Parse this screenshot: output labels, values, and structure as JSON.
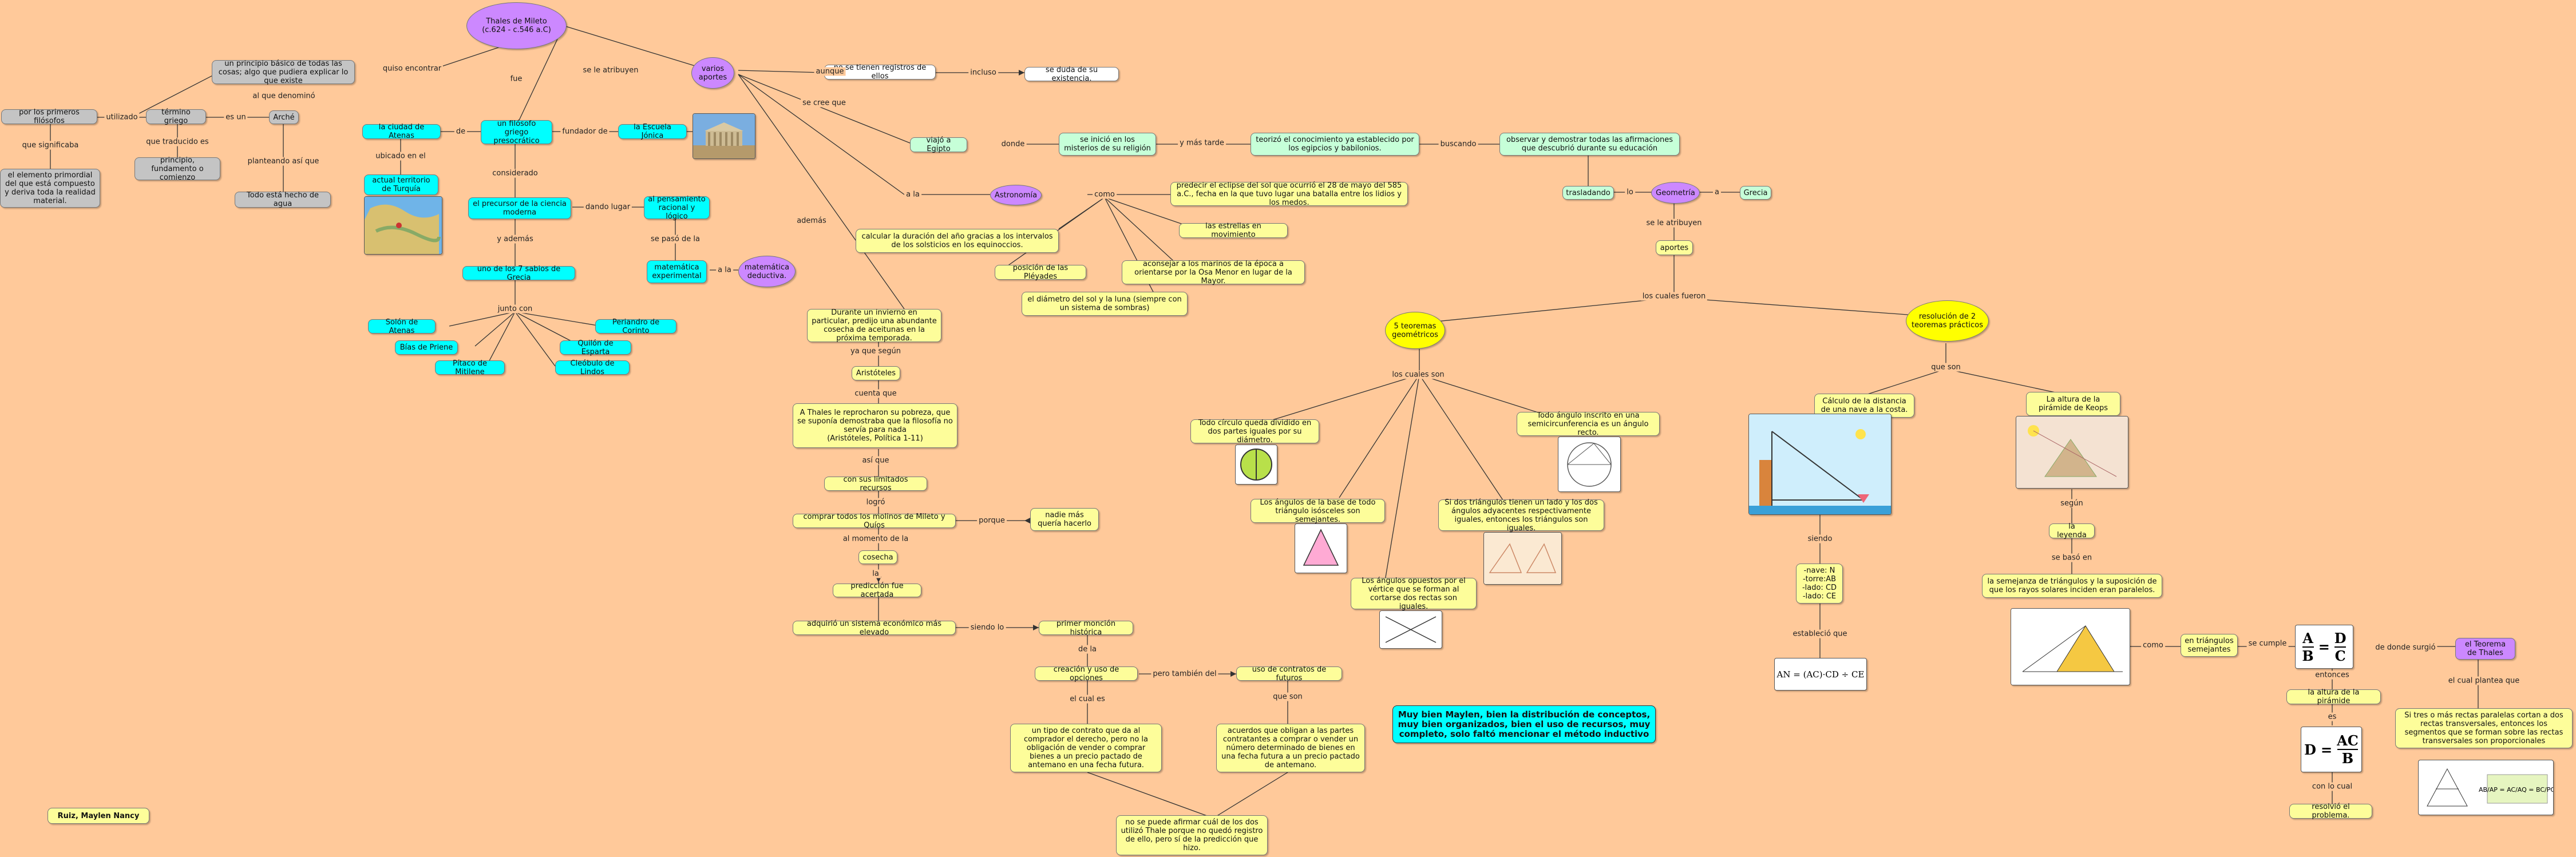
{
  "title": "Thales de Mileto\n(c.624 - c.546 a.C)",
  "author": "Ruiz, Maylen Nancy",
  "feedback": "Muy bien Maylen, bien la distribución de conceptos, muy bien organizados, bien el uso de recursos, muy completo, solo faltó mencionar el método inductivo",
  "nodes": {
    "principio": "un principio básico de todas las cosas; algo que pudiera explicar lo que existe",
    "filosofo": "un filósofo griego presocrático",
    "aportes": "varios aportes",
    "registros": "no se tienen registros de ellos",
    "duda": "se duda de su existencia.",
    "primeros": "por los primeros filósofos",
    "termino": "término griego",
    "arche": "Arché",
    "elemento": "el elemento primordial del que está compuesto y deriva toda la realidad material.",
    "principio_fund": "principio, fundamento o comienzo",
    "agua": "Todo está hecho de agua",
    "atenas": "la ciudad de Atenas",
    "turquia": "actual territorio de Turquía",
    "jonica": "la Escuela Jónica",
    "precursor": "el precursor de la ciencia moderna",
    "pensamiento": "al pensamiento racional y lógico",
    "sabios": "uno de los 7 sabios de Grecia",
    "mat_exp": "matemática experimental",
    "mat_ded": "matemática deductiva.",
    "solon": "Solón de Atenas",
    "bias": "Bías de Priene",
    "pitaco": "Pítaco de Mitilene",
    "cleobulo": "Cleóbulo de Lindos",
    "quilon": "Quilón de Esparta",
    "periandro": "Periandro de Corinto",
    "egipto": "viajó a Egipto",
    "misterios": "se inició en los misterios de su religión",
    "teorizo": "teorizó el conocimiento ya establecido por los egipcios y babilonios.",
    "observar": "observar y demostrar todas las afirmaciones que descubrió durante su educación",
    "trasladando": "trasladando",
    "grecia": "Grecia",
    "astronomia": "Astronomía",
    "geometria": "Geometría",
    "eclipse": "predecir el eclipse del sol que ocurrió el 28 de mayo del 585 a.C., fecha en la que tuvo lugar una batalla entre los lidios y los medos.",
    "estrellas": "las estrellas en movimiento",
    "calcular": "calcular la duración del año gracias a los intervalos de los solsticios en los equinoccios.",
    "pleyades": "posición de las Pléyades",
    "marinos": "aconsejar a los marinos de la época a orientarse por la Osa Menor en lugar de la Mayor.",
    "diametro": "el diámetro del sol y la luna (siempre con un sistema de sombras)",
    "aportes2": "aportes",
    "invierno": "Durante un invierno en particular, predijo una abundante cosecha de aceitunas en la próxima temporada.",
    "aristoteles": "Aristóteles",
    "reprocharon": "A Thales le reprocharon su pobreza, que se suponía demostraba que la filosofía no servía para nada\n(Aristóteles, Política 1-11)",
    "recursos": "con sus limitados recursos",
    "comprar": "comprar todos los molinos de Mileto y Quíos",
    "nadie": "nadie más quería hacerlo",
    "cosecha": "cosecha",
    "prediccion": "predicción fue acertada",
    "adquirio": "adquirió un sistema económico más elevado",
    "monopolio": "primer monción histórica",
    "creacion": "creación y uso de opciones",
    "futuros": "uso de contratos de futuros",
    "contrato": "un tipo de contrato que da al comprador el derecho, pero no la obligación de vender o comprar bienes a un precio pactado de antemano en una fecha futura.",
    "acuerdos": "acuerdos que obligan a las partes contratantes a comprar o vender un número determinado de bienes en una fecha futura a un precio pactado de antemano.",
    "afirmar": "no se puede afirmar cuál de los dos utilizó Thale porque no quedó registro de ello, pero sí de la predicción que hizo.",
    "teoremas": "5 teoremas geométricos",
    "practicos": "resolución de 2 teoremas prácticos",
    "circulo": "Todo círculo queda dividido en dos partes iguales por su diámetro.",
    "inscrito": "Todo ángulo inscrito en una semicircunferencia es un ángulo recto.",
    "isosceles": "Los ángulos de la base de todo triángulo isósceles son semejantes.",
    "triangulos": "Si dos triángulos tienen un lado y los dos ángulos adyacentes respectivamente iguales, entonces los triángulos son iguales.",
    "opuestos": "Los ángulos opuestos por el vértice que se forman al cortarse dos rectas son iguales.",
    "distancia": "Cálculo de la distancia de una nave a la costa.",
    "piramide": "La altura de la pirámide de Keops",
    "leyenda": "la leyenda",
    "semejanza": "la semejanza de triángulos y la suposición de que los rayos solares inciden eran paralelos.",
    "semejantes": "en triángulos semejantes",
    "teorema_thales": "el Teorema de Thales",
    "altura": "la altura de la pirámide",
    "rectas": "Si tres o más rectas paralelas cortan a dos rectas transversales, entonces los segmentos que se forman sobre las rectas transversales son proporcionales",
    "resolvio": "resolvió el problema.",
    "nave": "-nave: N\n-torre:AB\n-lado: CD\n-lado: CE"
  },
  "formulas": {
    "an": "AN = (AC)·CD ÷ CE",
    "f1_a": "A",
    "f1_b": "B",
    "f1_c": "C",
    "f1_d": "D",
    "f2_d": "D",
    "f2_ac": "AC",
    "f2_b": "B",
    "tri_1": "AB/AP = AC/AQ = BC/PQ"
  },
  "links": {
    "quiso": "quiso encontrar",
    "fue": "fue",
    "atribuyen": "se le atribuyen",
    "aunque": "aunque",
    "incluso": "incluso",
    "utilizado": "utilizado",
    "es_un": "es un",
    "denomino": "al que denominó",
    "significaba": "que significaba",
    "traducido": "que traducido es",
    "planteando": "planteando así que",
    "de": "de",
    "fundador": "fundador de",
    "ubicado": "ubicado en el",
    "considerado": "considerado",
    "dando": "dando lugar",
    "paso": "se pasó de la",
    "a_la": "a la",
    "ademas": "y además",
    "junto": "junto con",
    "cree": "se cree que",
    "donde": "donde",
    "mas_tarde": "y más tarde",
    "buscando": "buscando",
    "a_la2": "a la",
    "como": "como",
    "ademas2": "además",
    "segun": "ya que según",
    "cuenta": "cuenta que",
    "asi": "así que",
    "logro": "logró",
    "porque": "porque",
    "momento": "al momento de la",
    "la": "la",
    "siendo": "siendo lo",
    "de_la": "de la",
    "tambien": "pero también del",
    "el_cual": "el cual es",
    "que_son": "que son",
    "lo": "lo",
    "a": "a",
    "atribuyen2": "se le atribuyen",
    "fueron": "los cuales fueron",
    "cuales_son": "los cuales son",
    "que_son2": "que son",
    "siendo2": "siendo",
    "establecio": "estableció que",
    "segun2": "según",
    "basa": "se basó en",
    "como2": "como",
    "cumple": "se cumple",
    "surgio": "de donde surgió",
    "plantea": "el cual plantea que",
    "entonces": "entonces",
    "es": "es",
    "con_cual": "con lo cual"
  }
}
